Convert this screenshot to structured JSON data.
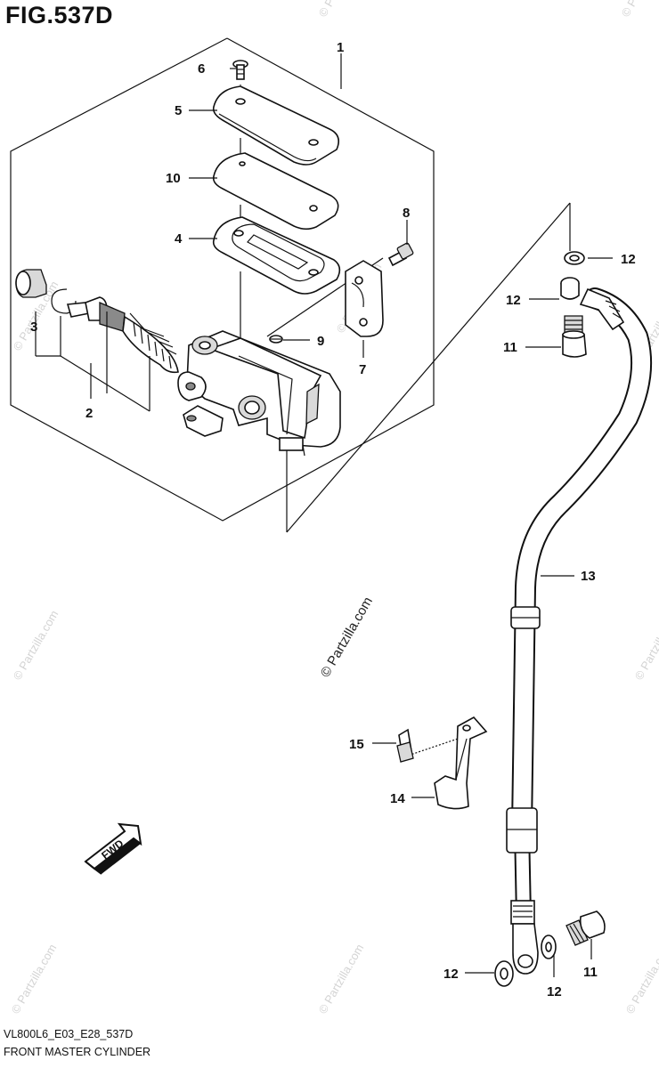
{
  "figure": {
    "title": "FIG.537D",
    "model_code": "VL800L6_E03_E28_537D",
    "name": "FRONT MASTER CYLINDER"
  },
  "callouts": {
    "c1": "1",
    "c2": "2",
    "c3": "3",
    "c4": "4",
    "c5": "5",
    "c6": "6",
    "c7": "7",
    "c8": "8",
    "c9": "9",
    "c10": "10",
    "c11a": "11",
    "c11b": "11",
    "c12a": "12",
    "c12b": "12",
    "c12c": "12",
    "c12d": "12",
    "c13": "13",
    "c14": "14",
    "c15": "15"
  },
  "fwd_label": "FWD",
  "watermark": {
    "small": "© Partzilla.com",
    "center": "© Partzilla.com"
  },
  "colors": {
    "line": "#111111",
    "watermark": "#d4d4d4"
  }
}
